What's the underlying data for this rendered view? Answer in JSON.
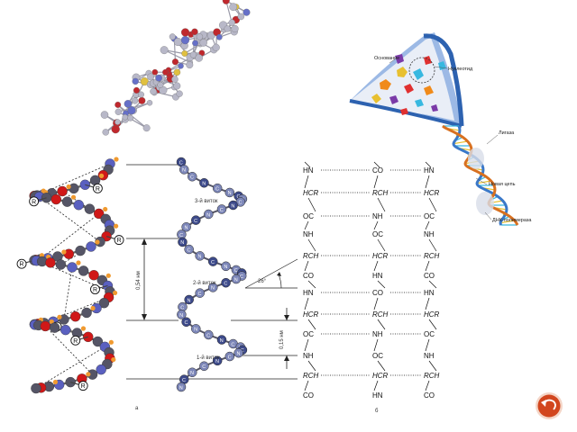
{
  "slide": {
    "background": "#ffffff",
    "nav_button": {
      "icon": "back-arrow-icon",
      "color": "#d2461e"
    }
  },
  "protein_molecule": {
    "icon": "ball-and-stick-molecule",
    "colors": [
      "#b8b8c8",
      "#c0282d",
      "#6670c8",
      "#e0c040"
    ]
  },
  "helix_ball_stick": {
    "r_label": "R",
    "colors": {
      "carbon": "#555566",
      "oxygen": "#d01818",
      "nitrogen": "#5a60c0",
      "hydrogen": "#f09a30"
    }
  },
  "helix_backbone": {
    "turns": [
      "3-й виток",
      "2-й виток",
      "1-й виток"
    ],
    "pitch_label": "0,54 нм",
    "rise_label": "0,15 нм",
    "angle_label": "26°",
    "atom_labels": [
      "C",
      "N"
    ],
    "panel_label_a": "а"
  },
  "chemical_formula": {
    "groups": [
      "HN",
      "CO",
      "HN",
      "HCR",
      "RCH",
      "HCR",
      "OC",
      "NH",
      "OC",
      "NH",
      "OC",
      "NH",
      "RCH",
      "HCR",
      "RCH",
      "CO",
      "HN",
      "CO",
      "HN",
      "CO",
      "HN",
      "HCR",
      "RCH",
      "HCR",
      "OC",
      "NH",
      "OC",
      "NH",
      "OC",
      "NH",
      "RCH",
      "HCR",
      "RCH",
      "CO",
      "HN",
      "CO"
    ],
    "panel_label_b": "б"
  },
  "dna_replication": {
    "labels": {
      "base": "Основание",
      "nucleotide": "Нуклеотид",
      "ligase": "Лигаза",
      "new_chain": "Новая цепь",
      "polymerase": "ДНК-полимераза"
    },
    "colors": {
      "backbone": "#3a78c8",
      "new_strand": "#d87020"
    }
  }
}
